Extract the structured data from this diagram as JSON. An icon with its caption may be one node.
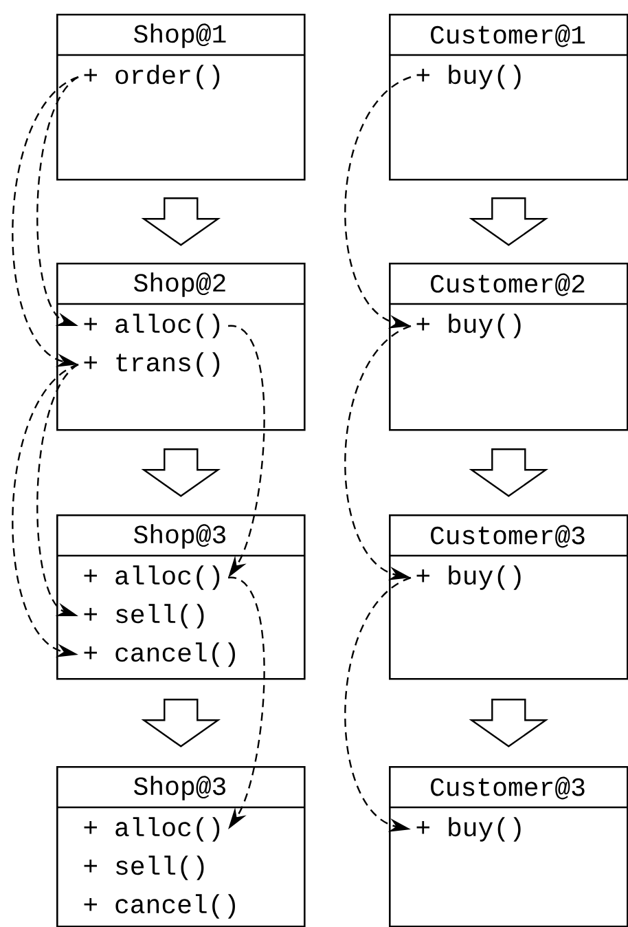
{
  "diagram": {
    "nodes": [
      {
        "text": [
          "Shop@1"
        ]
      },
      {
        "text": [
          "+ order()"
        ],
        "in": 0
      },
      {
        "text": [
          "Customer@1"
        ]
      },
      {
        "text": [
          "+ buy()"
        ],
        "in": 2
      },
      {
        "text": [
          "Shop@2"
        ]
      },
      {
        "text": [
          "+ alloc()"
        ],
        "in": 4
      },
      {
        "text": [
          "+ trans()"
        ],
        "in": 4
      },
      {
        "text": [
          "Customer@2"
        ]
      },
      {
        "text": [
          "+ buy()"
        ],
        "in": 7
      },
      {
        "text": [
          "Shop@3"
        ]
      },
      {
        "text": [
          "+ alloc()"
        ],
        "in": 9
      },
      {
        "text": [
          "+ sell()"
        ],
        "in": 9
      },
      {
        "text": [
          "+ cancel()"
        ],
        "in": 9
      },
      {
        "text": [
          "Customer@3"
        ]
      },
      {
        "text": [
          "+ buy()"
        ],
        "in": 13
      },
      {
        "text": [
          "Shop@3"
        ]
      },
      {
        "text": [
          "+ alloc()"
        ],
        "in": 15
      },
      {
        "text": [
          "+ sell()"
        ],
        "in": 15
      },
      {
        "text": [
          "+ cancel()"
        ],
        "in": 15
      },
      {
        "text": [
          "Customer@3"
        ]
      },
      {
        "text": [
          "+ buy()"
        ],
        "in": 19
      }
    ],
    "edges": [
      {
        "from": 0,
        "to": 4,
        "arrow": "to"
      },
      {
        "from": 2,
        "to": 7,
        "arrow": "to"
      },
      {
        "from": 4,
        "to": 9,
        "arrow": "to"
      },
      {
        "from": 7,
        "to": 13,
        "arrow": "to"
      },
      {
        "from": 9,
        "to": 15,
        "arrow": "to"
      },
      {
        "from": 13,
        "to": 19,
        "arrow": "to"
      },
      {
        "from": 1,
        "to": 5,
        "arrow": "to",
        "style": "dashed"
      },
      {
        "from": 1,
        "to": 6,
        "arrow": "to",
        "style": "dashed"
      },
      {
        "from": 6,
        "to": 11,
        "arrow": "to",
        "style": "dashed"
      },
      {
        "from": 6,
        "to": 12,
        "arrow": "to",
        "style": "dashed"
      },
      {
        "from": 5,
        "to": 10,
        "arrow": "to",
        "style": "dashed"
      },
      {
        "from": 10,
        "to": 16,
        "arrow": "to",
        "style": "dashed"
      },
      {
        "from": 3,
        "to": 8,
        "arrow": "to",
        "style": "dashed"
      },
      {
        "from": 8,
        "to": 14,
        "arrow": "to",
        "style": "dashed"
      },
      {
        "from": 14,
        "to": 20,
        "arrow": "to",
        "style": "dashed"
      }
    ]
  }
}
